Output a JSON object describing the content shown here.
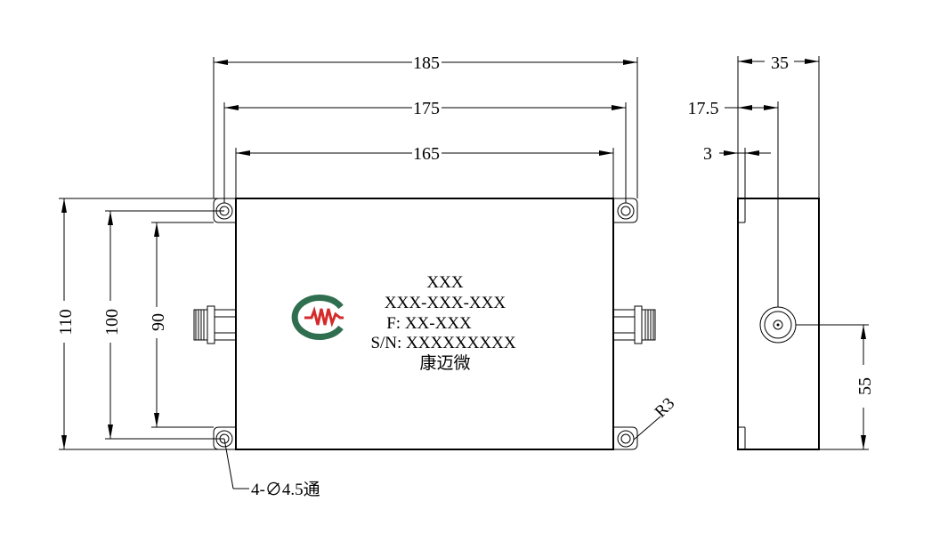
{
  "dimensions": {
    "overall_width": "185",
    "mounting_width": "175",
    "body_width": "165",
    "overall_height": "110",
    "mounting_height": "100",
    "inner_height": "90",
    "side_depth": "35",
    "connector_offset": "17.5",
    "flange_thickness": "3",
    "connector_height": "55",
    "corner_radius": "R3",
    "holes": "4-∅4.5通"
  },
  "label": {
    "line1": "XXX",
    "line2": "XXX-XXX-XXX",
    "line3": "F: XX-XXX",
    "line4": "S/N: XXXXXXXXX",
    "line5": "康迈微"
  },
  "logo": {
    "name": "company-logo",
    "ring_color": "#2f6f4f",
    "wave_color": "#d42a2a"
  }
}
